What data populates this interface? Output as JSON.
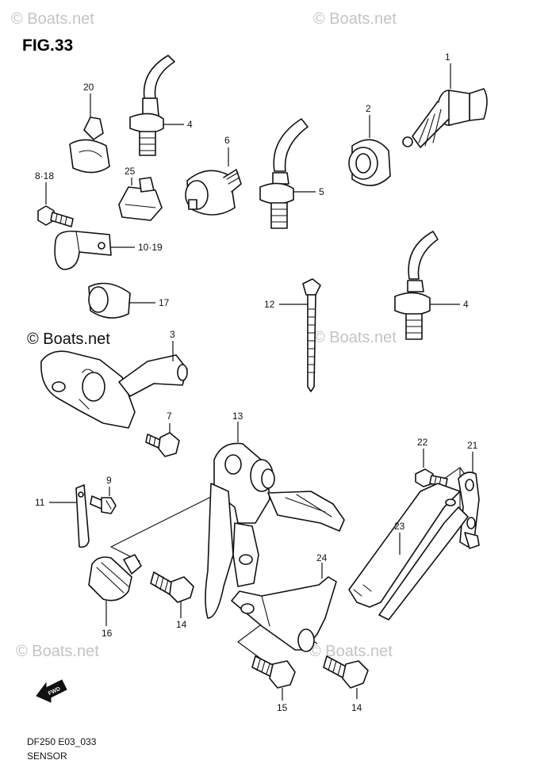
{
  "figure": {
    "title": "FIG.33"
  },
  "watermark": {
    "text": "© Boats.net"
  },
  "callouts": {
    "p1": "1",
    "p2": "2",
    "p3": "3",
    "p4a": "4",
    "p4b": "4",
    "p5": "5",
    "p6": "6",
    "p7": "7",
    "p8_18": "8·18",
    "p9": "9",
    "p10_19": "10·19",
    "p11": "11",
    "p12": "12",
    "p13": "13",
    "p14a": "14",
    "p14b": "14",
    "p15": "15",
    "p16": "16",
    "p17": "17",
    "p20": "20",
    "p21": "21",
    "p22": "22",
    "p23": "23",
    "p24": "24",
    "p25": "25"
  },
  "fwd_arrow": {
    "label": "FWD",
    "icon": "fwd-arrow-icon"
  },
  "footer": {
    "model_code": "DF250 E03_033",
    "caption": "SENSOR"
  }
}
